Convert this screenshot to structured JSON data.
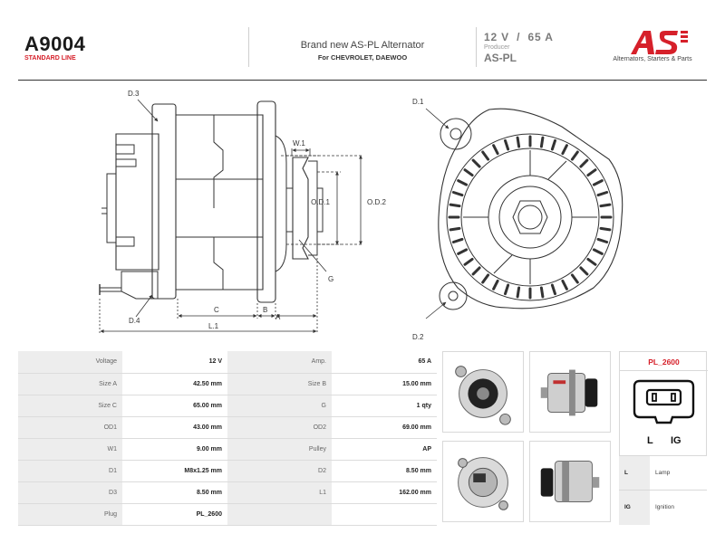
{
  "header": {
    "part_number": "A9004",
    "line_label": "STANDARD LINE",
    "description_title": "Brand new AS-PL Alternator",
    "description_subtitle": "For CHEVROLET, DAEWOO",
    "spec_summary": "12 V  /  65 A",
    "producer_label": "Producer",
    "producer_name": "AS-PL",
    "tagline": "Alternators, Starters & Parts",
    "colors": {
      "brand_red": "#d6202a",
      "grey_text": "#7a7a7a"
    }
  },
  "drawing": {
    "labels": {
      "d3": "D.3",
      "d4": "D.4",
      "w1": "W.1",
      "od1": "O.D.1",
      "od2": "O.D.2",
      "g": "G",
      "c": "C",
      "b": "B",
      "a": "A",
      "l1": "L.1",
      "d1": "D.1",
      "d2": "D.2"
    }
  },
  "specs": {
    "rows": [
      {
        "k1": "Voltage",
        "v1": "12 V",
        "k2": "Amp.",
        "v2": "65 A"
      },
      {
        "k1": "Size A",
        "v1": "42.50 mm",
        "k2": "Size B",
        "v2": "15.00 mm"
      },
      {
        "k1": "Size C",
        "v1": "65.00 mm",
        "k2": "G",
        "v2": "1 qty"
      },
      {
        "k1": "OD1",
        "v1": "43.00 mm",
        "k2": "OD2",
        "v2": "69.00 mm"
      },
      {
        "k1": "W1",
        "v1": "9.00 mm",
        "k2": "Pulley",
        "v2": "AP"
      },
      {
        "k1": "D1",
        "v1": "M8x1.25 mm",
        "k2": "D2",
        "v2": "8.50 mm"
      },
      {
        "k1": "D3",
        "v1": "8.50 mm",
        "k2": "L1",
        "v2": "162.00 mm"
      },
      {
        "k1": "Plug",
        "v1": "PL_2600",
        "k2": "",
        "v2": ""
      }
    ]
  },
  "photos": [
    "photo-rear-view",
    "photo-side-view",
    "photo-rear-angle-view",
    "photo-pulley-side-view"
  ],
  "plug": {
    "title": "PL_2600",
    "pin_l": "L",
    "pin_ig": "IG",
    "legend": [
      {
        "pin": "L",
        "desc": "Lamp"
      },
      {
        "pin": "IG",
        "desc": "Ignition"
      }
    ]
  }
}
